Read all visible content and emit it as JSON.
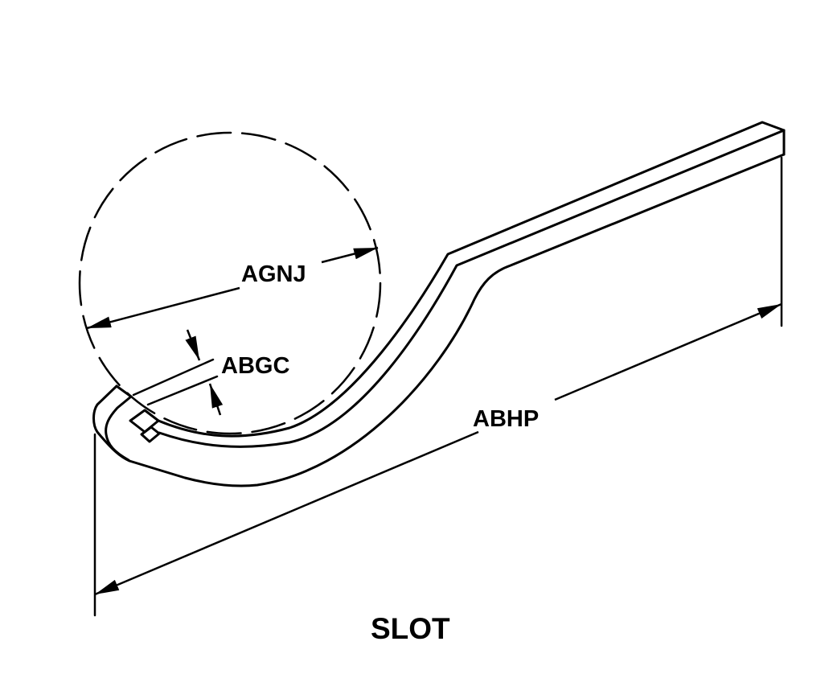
{
  "diagram": {
    "title": "SLOT",
    "labels": {
      "circle_diameter": "AGNJ",
      "slot_width": "ABGC",
      "overall_length": "ABHP"
    },
    "colors": {
      "line": "#000000",
      "background": "#ffffff"
    }
  }
}
